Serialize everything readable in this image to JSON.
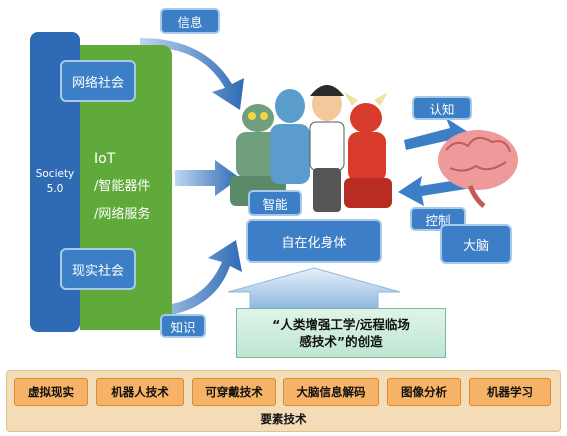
{
  "society": {
    "line1": "Society",
    "line2": "5.0"
  },
  "network_society": "网络社会",
  "real_society": "现实社会",
  "green_panel": {
    "iot": "IoT",
    "devices": "/智能器件",
    "services": "/网络服务"
  },
  "labels": {
    "information": "信息",
    "knowledge": "知识",
    "intelligence": "智能",
    "cognition": "认知",
    "control": "控制"
  },
  "embodied": "自在化身体",
  "brain": "大脑",
  "augmentation": {
    "line1": "“人类增强工学/远程临场",
    "line2": "感技术”的创造"
  },
  "elements": [
    "虚拟现实",
    "机器人技术",
    "可穿戴技术",
    "大脑信息解码",
    "图像分析",
    "机器学习"
  ],
  "elements_title": "要素技术"
}
